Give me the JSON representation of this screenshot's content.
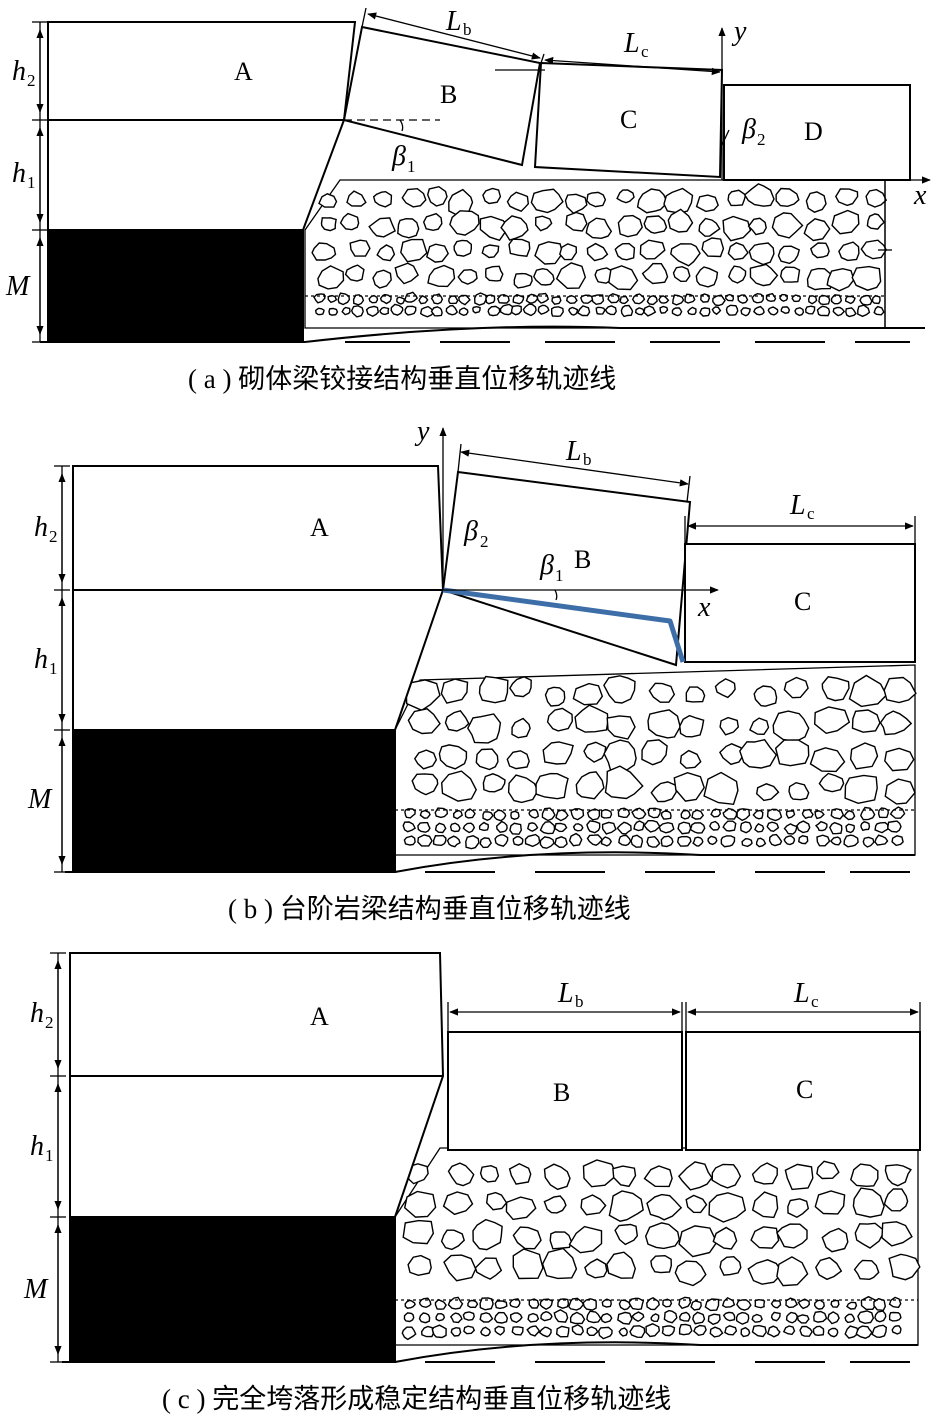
{
  "panels": [
    {
      "id": "a",
      "caption": "( a ) 砌体梁铰接结构垂直位移轨迹线",
      "blocks": [
        "A",
        "B",
        "C",
        "D"
      ],
      "dims": {
        "h2": "h",
        "h2_sub": "2",
        "h1": "h",
        "h1_sub": "1",
        "M": "M"
      },
      "spans": [
        {
          "main": "L",
          "sub": "b"
        },
        {
          "main": "L",
          "sub": "c"
        }
      ],
      "angles": [
        {
          "main": "β",
          "sub": "1"
        },
        {
          "main": "β",
          "sub": "2"
        }
      ],
      "axes": {
        "x": "x",
        "y": "y"
      }
    },
    {
      "id": "b",
      "caption": "( b ) 台阶岩梁结构垂直位移轨迹线",
      "blocks": [
        "A",
        "B",
        "C"
      ],
      "dims": {
        "h2": "h",
        "h2_sub": "2",
        "h1": "h",
        "h1_sub": "1",
        "M": "M"
      },
      "spans": [
        {
          "main": "L",
          "sub": "b"
        },
        {
          "main": "L",
          "sub": "c"
        }
      ],
      "angles": [
        {
          "main": "β",
          "sub": "2"
        },
        {
          "main": "β",
          "sub": "1"
        }
      ],
      "axes": {
        "x": "x",
        "y": "y"
      },
      "trajectory_color": "#3d6ea8"
    },
    {
      "id": "c",
      "caption": "( c ) 完全垮落形成稳定结构垂直位移轨迹线",
      "blocks": [
        "A",
        "B",
        "C"
      ],
      "dims": {
        "h2": "h",
        "h2_sub": "2",
        "h1": "h",
        "h1_sub": "1",
        "M": "M"
      },
      "spans": [
        {
          "main": "L",
          "sub": "b"
        },
        {
          "main": "L",
          "sub": "c"
        }
      ]
    }
  ]
}
